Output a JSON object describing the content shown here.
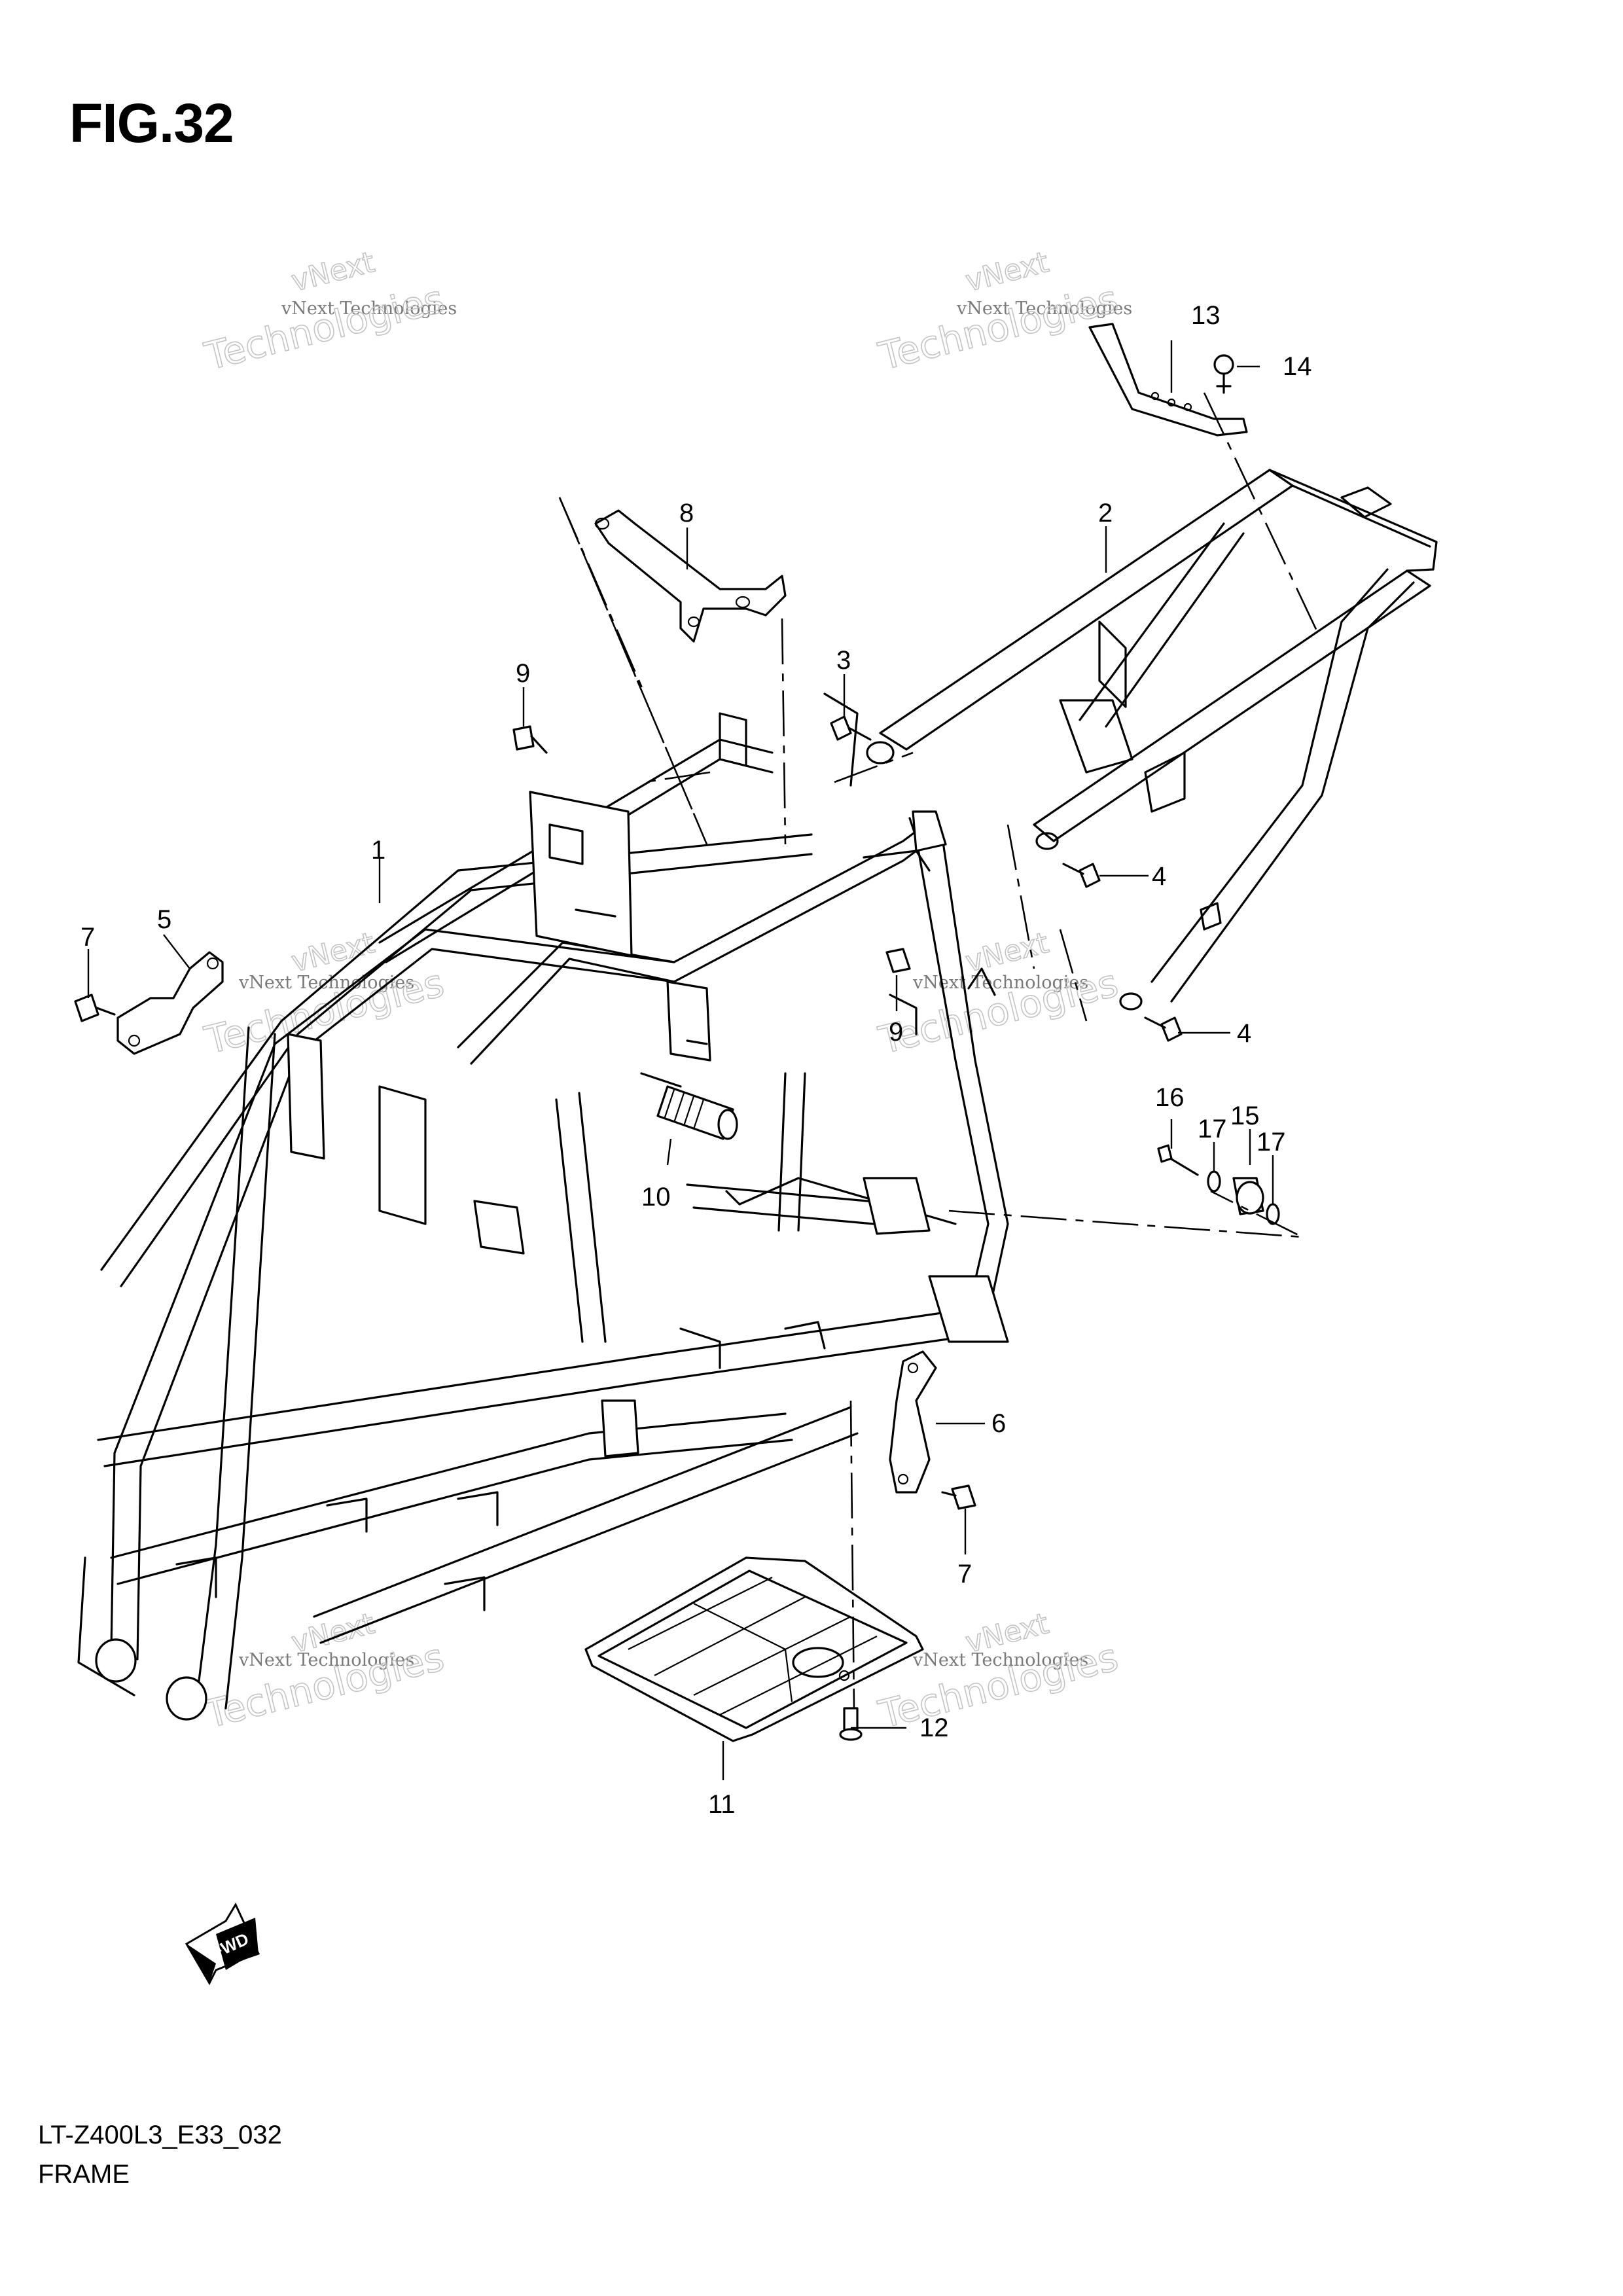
{
  "figure": {
    "title": "FIG.32",
    "code": "LT-Z400L3_E33_032",
    "name": "FRAME"
  },
  "watermark": {
    "line1": "vNext Technologies",
    "line2": "Technologies",
    "line3": "vNext"
  },
  "fwd_label": "FWD",
  "callouts": [
    "1",
    "2",
    "3",
    "4",
    "4",
    "5",
    "6",
    "7",
    "7",
    "8",
    "9",
    "9",
    "10",
    "11",
    "12",
    "13",
    "14",
    "15",
    "16",
    "17",
    "17"
  ]
}
